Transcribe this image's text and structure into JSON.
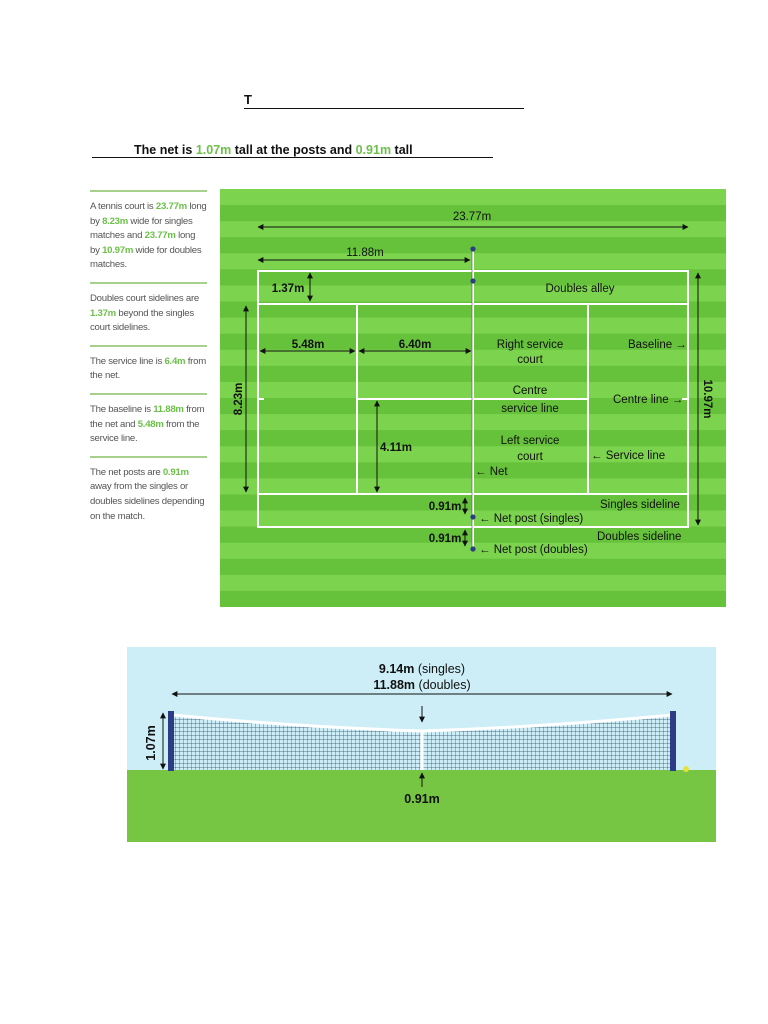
{
  "page": {
    "title": "T",
    "subtitle": {
      "part1": "The net is ",
      "val1": "1.07m",
      "part2": " tall at the posts and ",
      "val2": "0.91m",
      "part3": " tall"
    }
  },
  "colors": {
    "accent_green": "#6cc04a",
    "grass_light": "#7cd34e",
    "grass_dark": "#66c23a",
    "sky": "#cdeef7"
  },
  "sidebar": [
    {
      "segments": [
        {
          "t": "A tennis court is "
        },
        {
          "t": "23.77m",
          "g": true
        },
        {
          "t": " long by "
        },
        {
          "t": "8.23m",
          "g": true
        },
        {
          "t": " wide for singles matches and "
        },
        {
          "t": "23.77m",
          "g": true
        },
        {
          "t": " long by "
        },
        {
          "t": "10.97m",
          "g": true
        },
        {
          "t": " wide for doubles matches."
        }
      ]
    },
    {
      "segments": [
        {
          "t": "Doubles court sidelines are "
        },
        {
          "t": "1.37m",
          "g": true
        },
        {
          "t": " beyond the singles court sidelines."
        }
      ]
    },
    {
      "segments": [
        {
          "t": "The service line is "
        },
        {
          "t": "6.4m",
          "g": true
        },
        {
          "t": " from the net."
        }
      ]
    },
    {
      "segments": [
        {
          "t": "The baseline is "
        },
        {
          "t": "11.88m",
          "g": true
        },
        {
          "t": " from the net and "
        },
        {
          "t": "5.48m",
          "g": true
        },
        {
          "t": " from the service line."
        }
      ]
    },
    {
      "segments": [
        {
          "t": "The net posts are "
        },
        {
          "t": "0.91m",
          "g": true
        },
        {
          "t": " away from the singles or doubles sidelines depending on the match."
        }
      ]
    }
  ],
  "court": {
    "dim_total_length": "23.77m",
    "dim_half_length": "11.88m",
    "dim_alley_width": "1.37m",
    "dim_backcourt": "5.48m",
    "dim_service_box_length": "6.40m",
    "dim_service_box_width": "4.11m",
    "dim_singles_width": "8.23m",
    "dim_doubles_width": "10.97m",
    "post_offset_singles": "0.91m",
    "post_offset_doubles": "0.91m",
    "label_doubles_alley": "Doubles alley",
    "label_right_service_1": "Right service",
    "label_right_service_2": "court",
    "label_baseline": "Baseline →",
    "label_centre_1": "Centre",
    "label_centre_2": "service line",
    "label_centre_line": "Centre line →",
    "label_left_service_1": "Left service",
    "label_left_service_2": "court",
    "label_service_line": "← Service line",
    "label_net": "← Net",
    "label_singles_sideline": "Singles sideline",
    "label_net_post_singles": "← Net post (singles)",
    "label_doubles_sideline": "Doubles sideline",
    "label_net_post_doubles": "← Net post (doubles)"
  },
  "net_diagram": {
    "width_singles_value": "9.14m",
    "width_singles_suffix": " (singles)",
    "width_doubles_value": "11.88m",
    "width_doubles_suffix": " (doubles)",
    "post_height": "1.07m",
    "centre_height": "0.91m"
  }
}
